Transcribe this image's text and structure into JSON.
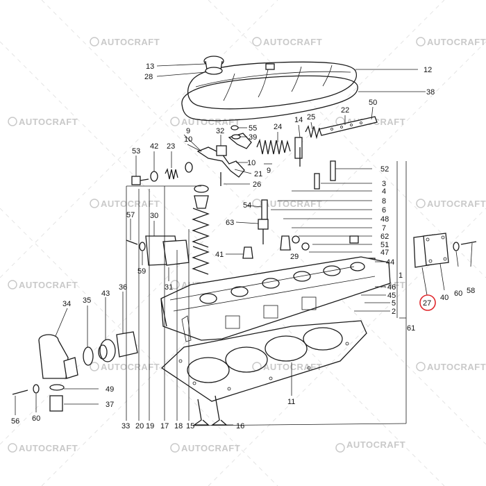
{
  "watermark": {
    "text": "AUTOCRAFT"
  },
  "highlight_color": "#e0262b",
  "highlighted_part": "27",
  "callouts": {
    "p13": "13",
    "p28": "28",
    "p12": "12",
    "p38": "38",
    "p55": "55",
    "p39": "39",
    "p32": "32",
    "p9a": "9",
    "p10a": "10",
    "p24": "24",
    "p14": "14",
    "p25": "25",
    "p22": "22",
    "p50": "50",
    "p53": "53",
    "p42": "42",
    "p23": "23",
    "p21": "21",
    "p10b": "10",
    "p9b": "9",
    "p26": "26",
    "p52": "52",
    "p3": "3",
    "p4": "4",
    "p8": "8",
    "p6": "6",
    "p48": "48",
    "p54": "54",
    "p63": "63",
    "p7": "7",
    "p62": "62",
    "p57": "57",
    "p30": "30",
    "p41": "41",
    "p29": "29",
    "p51": "51",
    "p47": "47",
    "p44": "44",
    "p59": "59",
    "p31": "31",
    "p1": "1",
    "p46": "46",
    "p45": "45",
    "p5": "5",
    "p2": "2",
    "p36": "36",
    "p34": "34",
    "p35": "35",
    "p43": "43",
    "p27": "27",
    "p40": "40",
    "p60a": "60",
    "p58": "58",
    "p61": "61",
    "p11": "11",
    "p49": "49",
    "p37": "37",
    "p56": "56",
    "p60b": "60",
    "p33": "33",
    "p20": "20",
    "p19": "19",
    "p17": "17",
    "p18": "18",
    "p15": "15",
    "p16": "16"
  }
}
